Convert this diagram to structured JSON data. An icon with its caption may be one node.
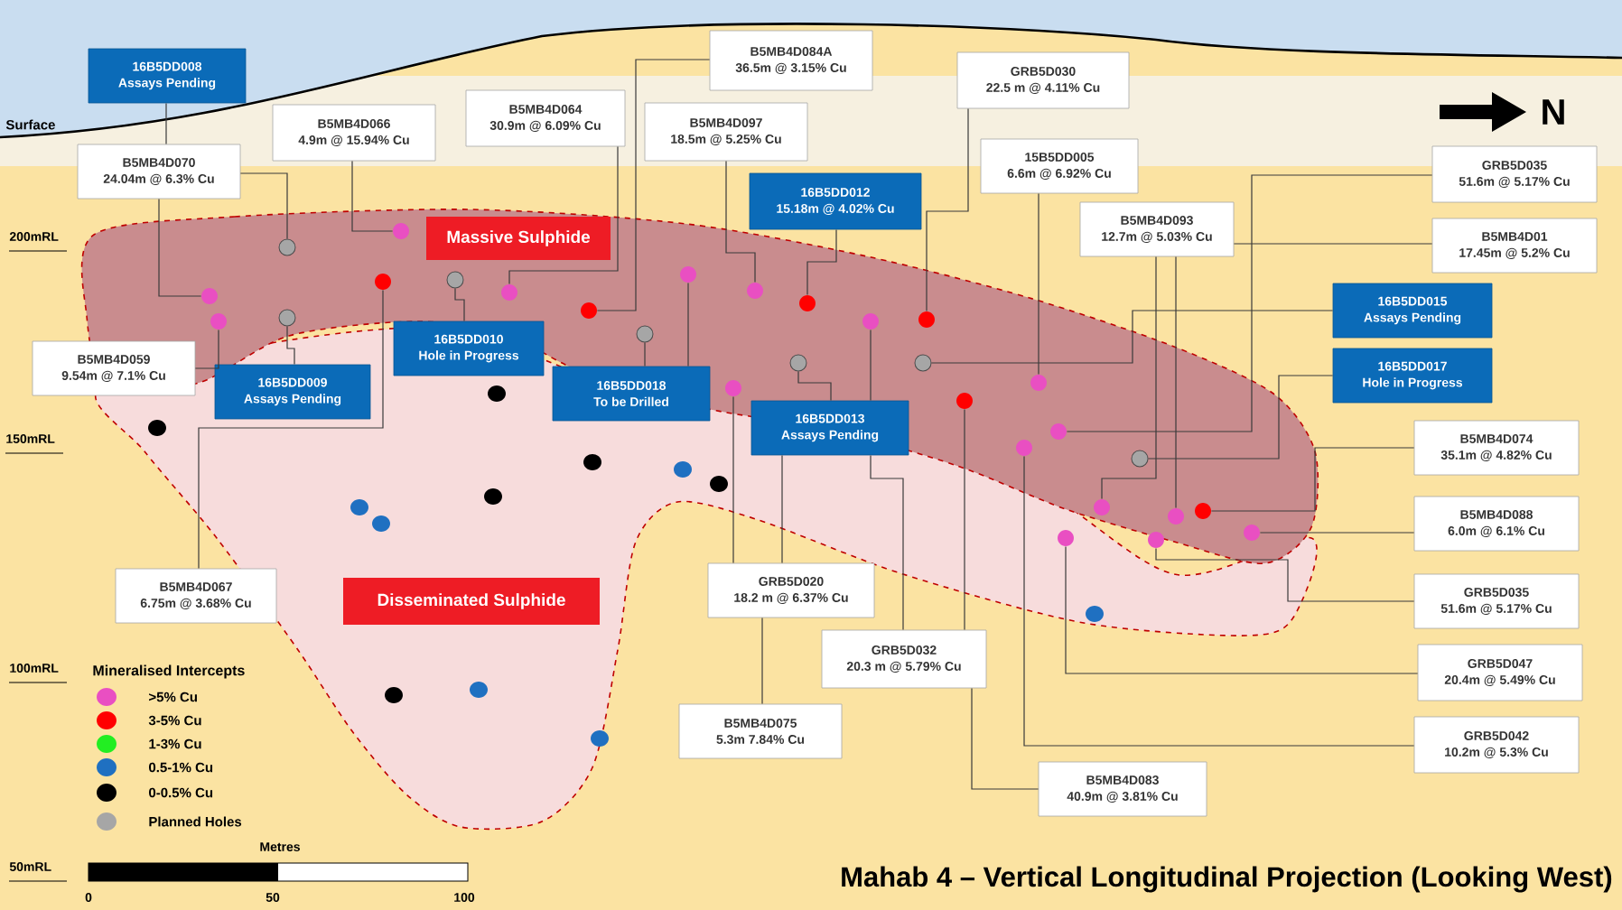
{
  "diagram": {
    "title": "Mahab 4 – Vertical Longitudinal Projection (Looking West)",
    "nodes": [
      {
        "text": [
          "16B5DD008",
          "Assays Pending"
        ]
      },
      {
        "text": [
          "B5MB4D070",
          "24.04m @ 6.3% Cu"
        ]
      },
      {
        "text": [
          "B5MB4D066",
          "4.9m @ 15.94% Cu"
        ]
      },
      {
        "text": [
          "B5MB4D064",
          "30.9m @ 6.09% Cu"
        ]
      },
      {
        "text": [
          "B5MB4D084A",
          "36.5m @ 3.15% Cu"
        ]
      },
      {
        "text": [
          "B5MB4D097",
          "18.5m @ 5.25% Cu"
        ]
      },
      {
        "text": [
          "GRB5D030",
          "22.5 m @ 4.11% Cu"
        ]
      },
      {
        "text": [
          "15B5DD005",
          "6.6m @ 6.92% Cu"
        ]
      },
      {
        "text": [
          "16B5DD012",
          "15.18m @ 4.02% Cu"
        ]
      },
      {
        "text": [
          "GRB5D035",
          "51.6m @ 5.17% Cu"
        ]
      },
      {
        "text": [
          "B5MB4D01",
          "17.45m @ 5.2% Cu"
        ]
      },
      {
        "text": [
          "B5MB4D093",
          "12.7m @ 5.03% Cu"
        ]
      },
      {
        "text": [
          "Massive Sulphide"
        ]
      },
      {
        "text": [
          "16B5DD015",
          "Assays Pending"
        ]
      },
      {
        "text": [
          "B5MB4D059",
          "9.54m @ 7.1% Cu"
        ]
      },
      {
        "text": [
          "16B5DD010",
          "Hole in Progress"
        ]
      },
      {
        "text": [
          "16B5DD009",
          "Assays Pending"
        ]
      },
      {
        "text": [
          "16B5DD017",
          "Hole in Progress"
        ]
      },
      {
        "text": [
          "16B5DD018",
          "To be Drilled"
        ]
      },
      {
        "text": [
          "16B5DD013",
          "Assays Pending"
        ]
      },
      {
        "text": [
          "B5MB4D074",
          "35.1m @ 4.82% Cu"
        ]
      },
      {
        "text": [
          "B5MB4D088",
          "6.0m @ 6.1% Cu"
        ]
      },
      {
        "text": [
          "B5MB4D067",
          "6.75m @ 3.68% Cu"
        ]
      },
      {
        "text": [
          "Disseminated Sulphide"
        ]
      },
      {
        "text": [
          "GRB5D020",
          "18.2 m @ 6.37% Cu"
        ]
      },
      {
        "text": [
          "GRB5D035",
          "51.6m @ 5.17% Cu"
        ]
      },
      {
        "text": [
          "GRB5D032",
          "20.3 m @ 5.79% Cu"
        ]
      },
      {
        "text": [
          "GRB5D047",
          "20.4m @ 5.49% Cu"
        ]
      },
      {
        "text": [
          "B5MB4D075",
          "5.3m 7.84% Cu"
        ]
      },
      {
        "text": [
          "GRB5D042",
          "10.2m @ 5.3% Cu"
        ]
      },
      {
        "text": [
          "B5MB4D083",
          "40.9m @ 3.81% Cu"
        ]
      },
      {
        "text": [],
        "shape": "circle"
      },
      {
        "text": [],
        "shape": "circle"
      },
      {
        "text": [],
        "shape": "circle"
      },
      {
        "text": [],
        "shape": "circle"
      },
      {
        "text": [],
        "shape": "circle"
      },
      {
        "text": [],
        "shape": "circle"
      },
      {
        "text": [],
        "shape": "circle"
      },
      {
        "text": [],
        "shape": "circle"
      },
      {
        "text": [],
        "shape": "circle"
      },
      {
        "text": [],
        "shape": "circle"
      },
      {
        "text": [],
        "shape": "circle"
      },
      {
        "text": [],
        "shape": "circle"
      },
      {
        "text": [],
        "shape": "circle"
      },
      {
        "text": [],
        "shape": "circle"
      },
      {
        "text": [],
        "shape": "circle"
      },
      {
        "text": [],
        "shape": "circle"
      },
      {
        "text": [],
        "shape": "circle"
      },
      {
        "text": [],
        "shape": "circle"
      },
      {
        "text": [],
        "shape": "circle"
      },
      {
        "text": [],
        "shape": "circle"
      },
      {
        "text": [],
        "shape": "circle"
      },
      {
        "text": [],
        "shape": "circle"
      },
      {
        "text": [],
        "shape": "circle"
      },
      {
        "text": [],
        "shape": "circle"
      },
      {
        "text": [],
        "shape": "circle"
      },
      {
        "text": [],
        "shape": "circle"
      },
      {
        "text": [],
        "shape": "circle"
      },
      {
        "text": [],
        "shape": "circle"
      },
      {
        "text": [],
        "shape": "circle"
      }
    ],
    "edges": [
      {
        "from": 0,
        "to": 1,
        "arrow": "none"
      },
      {
        "from": 1,
        "to": 31,
        "arrow": "none"
      },
      {
        "from": 1,
        "to": 33,
        "arrow": "none"
      },
      {
        "from": 2,
        "to": 36,
        "arrow": "none"
      },
      {
        "from": 3,
        "to": 38,
        "arrow": "none"
      },
      {
        "from": 4,
        "to": 39,
        "arrow": "none"
      },
      {
        "from": 5,
        "to": 43,
        "arrow": "none"
      },
      {
        "from": 8,
        "to": 45,
        "arrow": "none"
      },
      {
        "from": 6,
        "to": 48,
        "arrow": "none"
      },
      {
        "from": 7,
        "to": 51,
        "arrow": "none"
      },
      {
        "from": 14,
        "to": 32,
        "arrow": "none"
      },
      {
        "from": 16,
        "to": 34,
        "arrow": "none"
      },
      {
        "from": 15,
        "to": 37,
        "arrow": "none"
      },
      {
        "from": 18,
        "to": 40,
        "arrow": "none"
      },
      {
        "from": 18,
        "to": 41,
        "arrow": "none"
      },
      {
        "from": 22,
        "to": 35,
        "arrow": "none"
      },
      {
        "from": 24,
        "to": 42,
        "arrow": "none"
      },
      {
        "from": 24,
        "to": 19,
        "arrow": "none"
      },
      {
        "from": 19,
        "to": 44,
        "arrow": "none"
      },
      {
        "from": 19,
        "to": 46,
        "arrow": "none"
      },
      {
        "from": 19,
        "to": 26,
        "arrow": "none"
      },
      {
        "from": 28,
        "to": 24,
        "arrow": "none"
      },
      {
        "from": 26,
        "to": 30,
        "arrow": "none"
      },
      {
        "from": 26,
        "to": 49,
        "arrow": "none"
      },
      {
        "from": 29,
        "to": 50,
        "arrow": "none"
      },
      {
        "from": 27,
        "to": 53,
        "arrow": "none"
      },
      {
        "from": 25,
        "to": 56,
        "arrow": "none"
      },
      {
        "from": 21,
        "to": 59,
        "arrow": "none"
      },
      {
        "from": 20,
        "to": 58,
        "arrow": "none"
      },
      {
        "from": 9,
        "to": 52,
        "arrow": "none"
      },
      {
        "from": 10,
        "to": 11,
        "arrow": "none"
      },
      {
        "from": 11,
        "to": 57,
        "arrow": "none"
      },
      {
        "from": 11,
        "to": 54,
        "arrow": "none"
      },
      {
        "from": 17,
        "to": 55,
        "arrow": "none"
      },
      {
        "from": 13,
        "to": 47,
        "arrow": "none"
      }
    ],
    "labels": [
      "Surface",
      "200mRL",
      "150mRL",
      "100mRL",
      "50mRL",
      "N",
      "Mineralised Intercepts",
      "Metres",
      "0",
      "50",
      "100"
    ],
    "legend": [
      {
        "text": ">5% Cu",
        "color": "#e94fc2"
      },
      {
        "text": "3-5% Cu",
        "color": "#ff0000"
      },
      {
        "text": "1-3% Cu",
        "color": "#22ee22"
      },
      {
        "text": "0.5-1% Cu",
        "color": "#1f70c1"
      },
      {
        "text": "0-0.5% Cu",
        "color": "#000000"
      },
      {
        "text": "Planned Holes",
        "color": "#a6a6a6"
      }
    ]
  }
}
